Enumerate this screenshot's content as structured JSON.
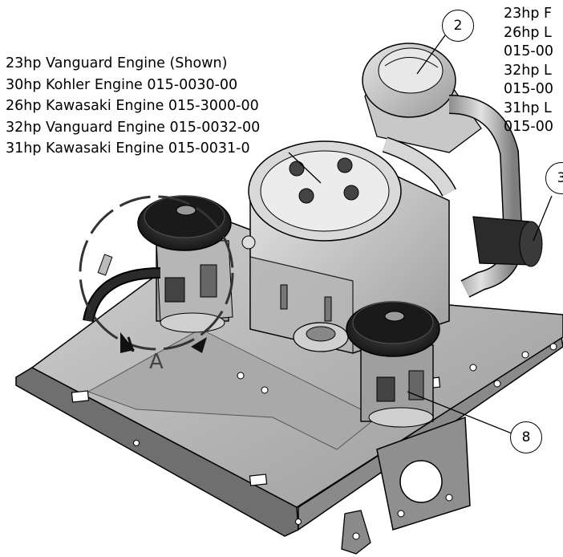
{
  "engine_list_left": [
    "23hp Vanguard Engine (Shown)",
    "30hp Kohler Engine 015-0030-00",
    "26hp Kawasaki Engine 015-3000-00",
    "32hp Vanguard Engine 015-0032-00",
    "31hp Kawasaki Engine 015-0031-0"
  ],
  "engine_list_right": [
    "23hp F",
    "26hp L",
    "015-00",
    "32hp L",
    "015-00",
    "31hp L",
    "015-00"
  ],
  "callouts": {
    "c2": "2",
    "c3": "3",
    "c8": "8"
  },
  "detail_label": "A",
  "colors": {
    "outline": "#000000",
    "plate_fill": "#b9b9b9",
    "plate_shadow": "#7a7a7a",
    "engine_fill": "#cfcfcf",
    "dark_part": "#1e1e1e"
  }
}
